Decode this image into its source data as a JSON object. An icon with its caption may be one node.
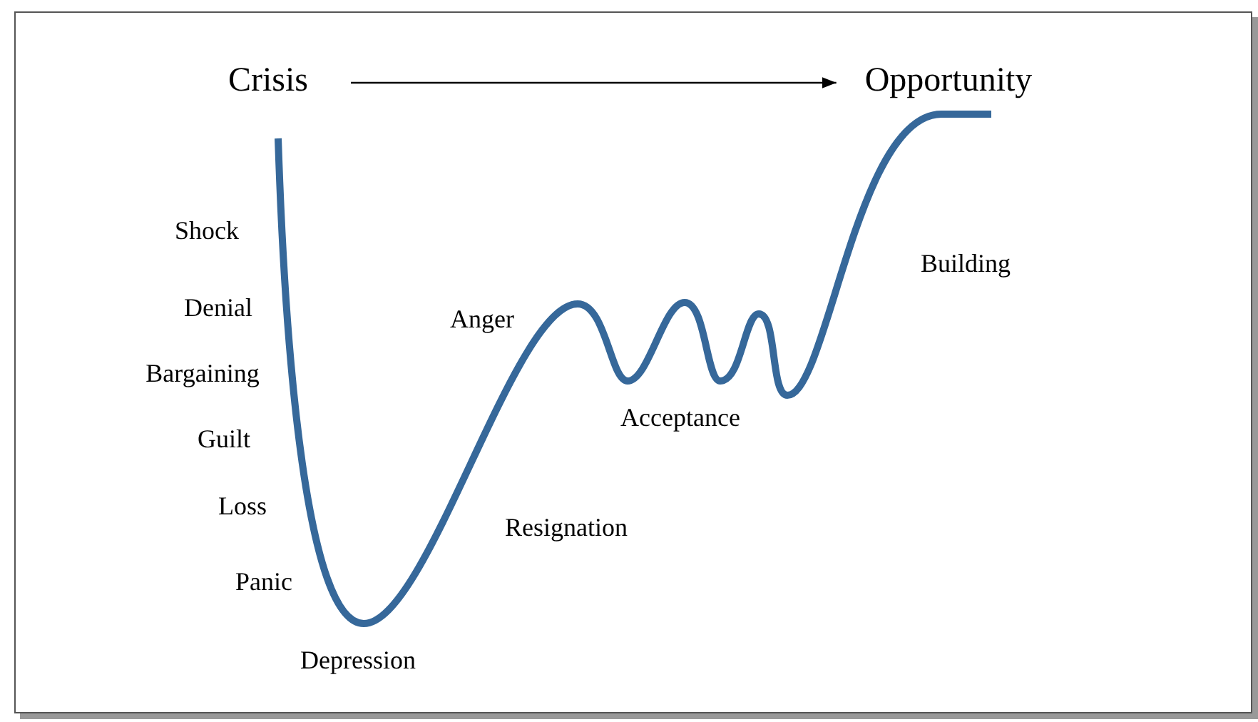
{
  "diagram": {
    "nodes": [
      {
        "text": [
          "Crisis"
        ]
      },
      {
        "text": [
          "Opportunity"
        ]
      }
    ],
    "edges": [
      {
        "from": 0,
        "to": 1,
        "arrow": "to"
      }
    ],
    "labels": [
      "Shock",
      "Denial",
      "Bargaining",
      "Guilt",
      "Loss",
      "Panic",
      "Depression",
      "Anger",
      "Resignation",
      "Acceptance",
      "Building"
    ]
  }
}
